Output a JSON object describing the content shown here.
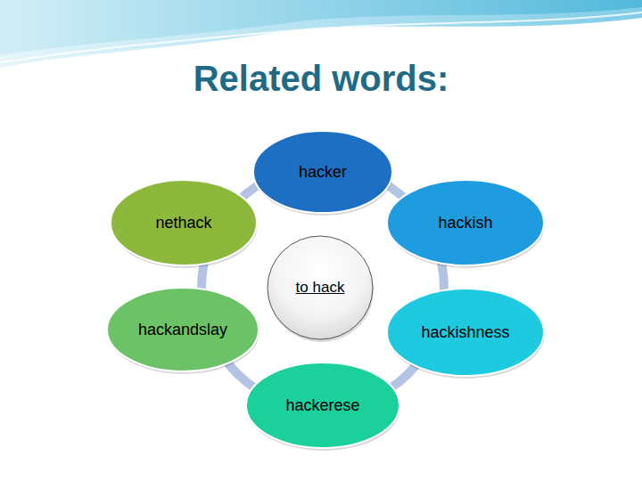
{
  "diagram": {
    "title": "Related words:",
    "nodes": [
      {
        "text": [
          "hacker"
        ]
      },
      {
        "text": [
          "nethack"
        ]
      },
      {
        "text": [
          "hackish"
        ]
      },
      {
        "text": [
          "to hack"
        ]
      },
      {
        "text": [
          "hackandslay"
        ]
      },
      {
        "text": [
          "hackishness"
        ]
      },
      {
        "text": [
          "hackerese"
        ]
      }
    ]
  }
}
